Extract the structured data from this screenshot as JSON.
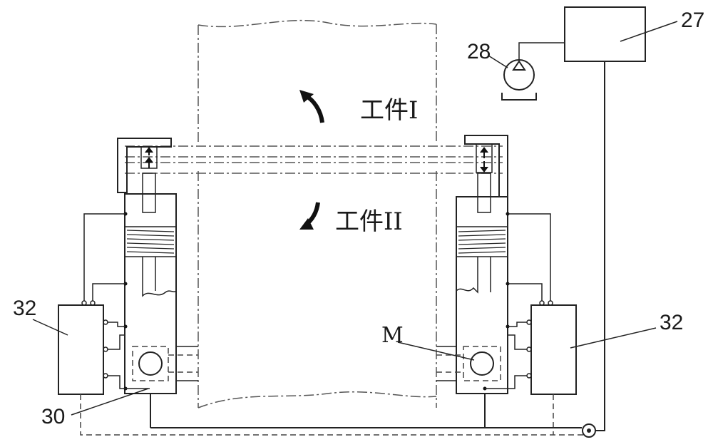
{
  "labels": {
    "workpiece_upper": "工件I",
    "workpiece_lower": "工件II",
    "motor": "M",
    "ref_27": "27",
    "ref_28": "28",
    "ref_30": "30",
    "ref_32_left": "32",
    "ref_32_right": "32"
  }
}
